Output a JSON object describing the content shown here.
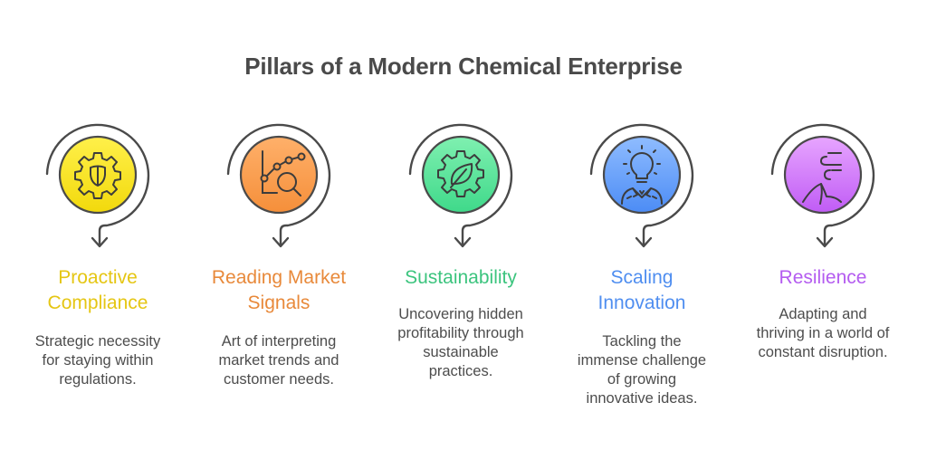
{
  "title": "Pillars of a Modern Chemical Enterprise",
  "pillars": [
    {
      "heading_lines": [
        "Proactive",
        "Compliance"
      ],
      "description_lines": [
        "Strategic necessity",
        "for staying within",
        "regulations."
      ],
      "icon": "gear-shield-icon",
      "color": "#e5c613",
      "fill_top": "#fff04a",
      "fill_bottom": "#f2d90c"
    },
    {
      "heading_lines": [
        "Reading Market",
        "Signals"
      ],
      "description_lines": [
        "Art of interpreting",
        "market trends and",
        "customer needs."
      ],
      "icon": "chart-magnifier-icon",
      "color": "#e8893a",
      "fill_top": "#ffb06a",
      "fill_bottom": "#f58f3a"
    },
    {
      "heading_lines": [
        "Sustainability"
      ],
      "description_lines": [
        "Uncovering hidden",
        "profitability through",
        "sustainable",
        "practices."
      ],
      "icon": "gear-leaf-icon",
      "color": "#3cc47e",
      "fill_top": "#7ff0b0",
      "fill_bottom": "#3fd98a"
    },
    {
      "heading_lines": [
        "Scaling",
        "Innovation"
      ],
      "description_lines": [
        "Tackling the",
        "immense challenge",
        "of growing",
        "innovative ideas."
      ],
      "icon": "lightbulb-person-icon",
      "color": "#4f8ef0",
      "fill_top": "#8fbcff",
      "fill_bottom": "#4c8cf5"
    },
    {
      "heading_lines": [
        "Resilience"
      ],
      "description_lines": [
        "Adapting and",
        "thriving in a world of",
        "constant disruption."
      ],
      "icon": "wind-mountain-icon",
      "color": "#b45cf0",
      "fill_top": "#e7a5ff",
      "fill_bottom": "#c05cf5"
    }
  ]
}
